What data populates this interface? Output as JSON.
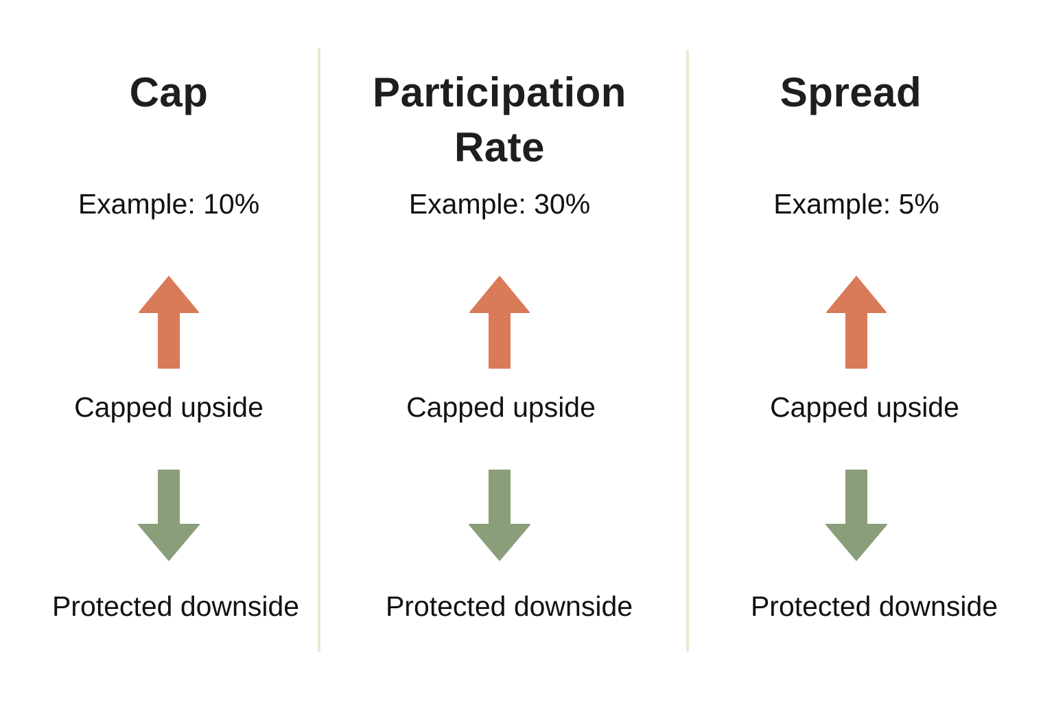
{
  "colors": {
    "up_arrow": "#D97A58",
    "down_arrow": "#8A9E7A",
    "divider": "#F0E6D2",
    "text": "#1c1c1c"
  },
  "columns": [
    {
      "title_line1": "Cap",
      "title_line2": "",
      "example": "Example: 10%",
      "up_icon": "arrow-up-icon",
      "upside_label": "Capped upside",
      "down_icon": "arrow-down-icon",
      "downside_label": "Protected downside"
    },
    {
      "title_line1": "Participation",
      "title_line2": "Rate",
      "example": "Example: 30%",
      "up_icon": "arrow-up-icon",
      "upside_label": "Capped upside",
      "down_icon": "arrow-down-icon",
      "downside_label": "Protected downside"
    },
    {
      "title_line1": "Spread",
      "title_line2": "",
      "example": "Example: 5%",
      "up_icon": "arrow-up-icon",
      "upside_label": "Capped upside",
      "down_icon": "arrow-down-icon",
      "downside_label": "Protected downside"
    }
  ]
}
